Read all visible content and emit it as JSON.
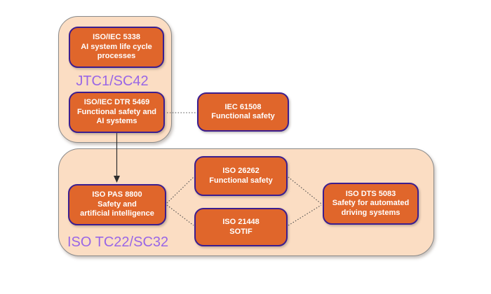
{
  "diagram_type": "standards-relationship-diagram",
  "colors": {
    "canvas_bg": "#FFFFFF",
    "node_fill": "#E0662B",
    "node_border": "#3B1E8F",
    "node_text": "#FFFFFF",
    "group_fill": "#FBDDC3",
    "group_border": "#8A8A8A",
    "group_label": "#9966E6",
    "connector": "#4D4D4D",
    "connector_solid": "#2E2E2E"
  },
  "groups": {
    "jtc1": {
      "label": "JTC1/SC42"
    },
    "tc22": {
      "label": "ISO TC22/SC32"
    }
  },
  "nodes": {
    "iso5338": {
      "lines": [
        "ISO/IEC 5338",
        "AI system life cycle",
        "processes"
      ]
    },
    "dtr5469": {
      "lines": [
        "ISO/IEC DTR 5469",
        "Functional safety and",
        "AI systems"
      ]
    },
    "iec61508": {
      "lines": [
        "IEC 61508",
        "Functional safety"
      ]
    },
    "pas8800": {
      "lines": [
        "ISO PAS 8800",
        "Safety and",
        "artificial intelligence"
      ]
    },
    "iso26262": {
      "lines": [
        "ISO 26262",
        "Functional safety"
      ]
    },
    "iso21448": {
      "lines": [
        "ISO 21448",
        "SOTIF"
      ]
    },
    "dts5083": {
      "lines": [
        "ISO DTS 5083",
        "Safety for automated",
        "driving systems"
      ]
    }
  },
  "connections": [
    {
      "from": "dtr5469",
      "to": "iec61508",
      "style": "dotted"
    },
    {
      "from": "dtr5469",
      "to": "pas8800",
      "style": "solid-arrow"
    },
    {
      "from": "pas8800",
      "to": "iso26262",
      "style": "dotted"
    },
    {
      "from": "pas8800",
      "to": "iso21448",
      "style": "dotted"
    },
    {
      "from": "iso26262",
      "to": "dts5083",
      "style": "dotted"
    },
    {
      "from": "iso21448",
      "to": "dts5083",
      "style": "dotted"
    }
  ]
}
